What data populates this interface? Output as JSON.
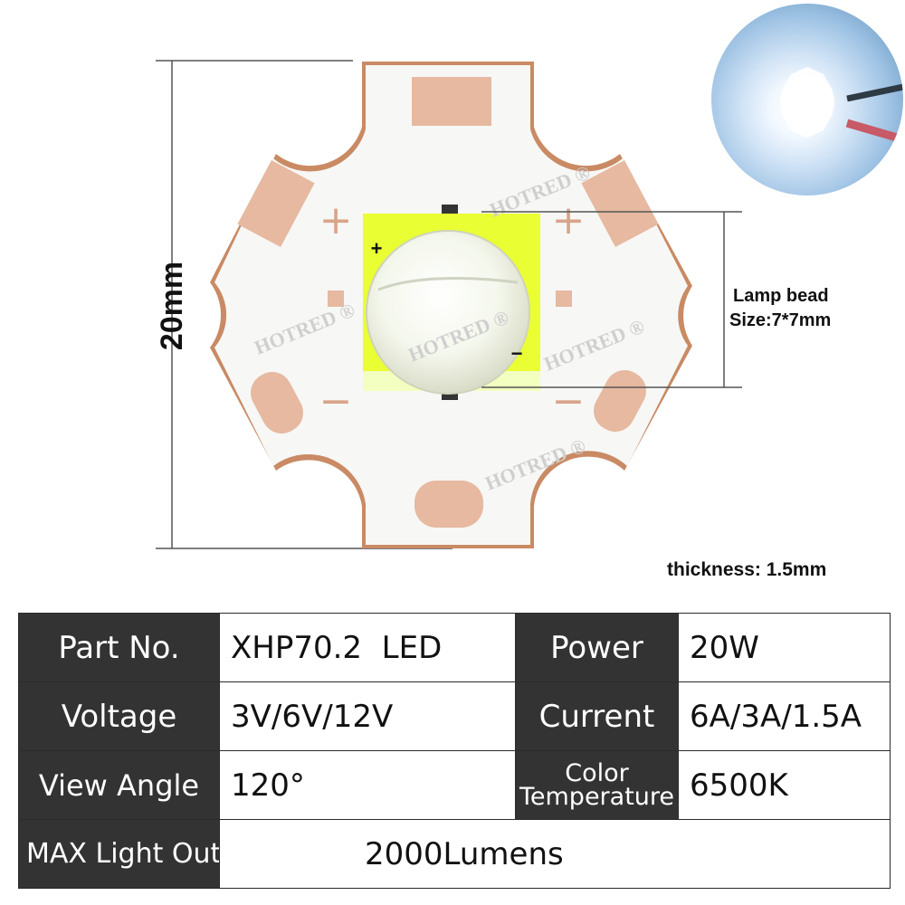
{
  "diagram": {
    "height_label": "20mm",
    "lamp_bead_label": "Lamp bead",
    "lamp_bead_size": "Size:7*7mm",
    "thickness_label": "thickness: 1.5mm",
    "watermark": "HOTRED ®",
    "pad_plus": "+",
    "pad_minus": "−",
    "colors": {
      "board": "#f7f7f5",
      "copper": "#e6b9a0",
      "phosphor": "#e9ff33",
      "edge": "#c98a64"
    }
  },
  "specs": {
    "part_no_label": "Part No.",
    "part_no_value": "XHP70.2  LED",
    "power_label": "Power",
    "power_value": "20W",
    "voltage_label": "Voltage",
    "voltage_value": "3V/6V/12V",
    "current_label": "Current",
    "current_value": "6A/3A/1.5A",
    "view_angle_label": "View Angle",
    "view_angle_value": "120°",
    "color_temp_label_line1": "Color",
    "color_temp_label_line2": "Temperature",
    "color_temp_value": "6500K",
    "max_output_label": "MAX Light Output(lm)",
    "max_output_value": "2000Lumens"
  }
}
